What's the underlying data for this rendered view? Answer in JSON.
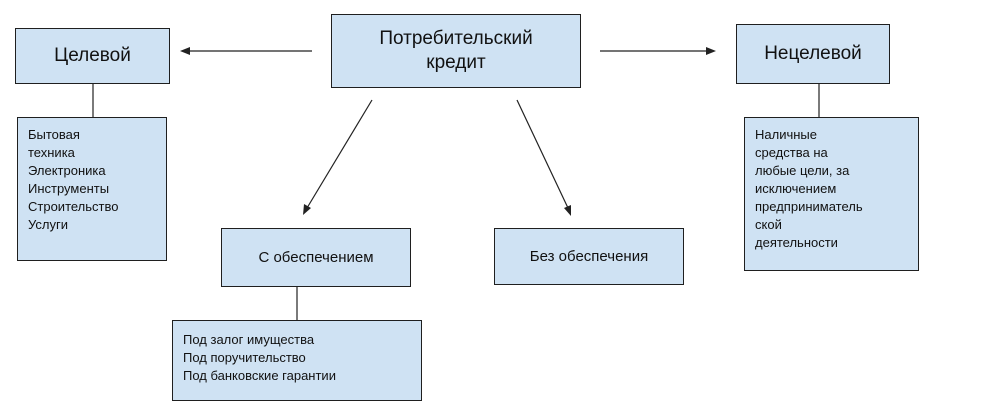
{
  "diagram": {
    "root": {
      "label_line1": "Потребительский",
      "label_line2": "кредит"
    },
    "targeted": {
      "label": "Целевой",
      "items": [
        "Бытовая",
        "техника",
        "Электроника",
        "Инструменты",
        "Строительство",
        "Услуги"
      ]
    },
    "non_targeted": {
      "label": "Нецелевой",
      "items": [
        "Наличные",
        "средства на",
        "любые цели, за",
        "исключением",
        "предприниматель",
        "ской",
        "деятельности"
      ]
    },
    "secured": {
      "label": "С обеспечением",
      "items": [
        "Под залог имущества",
        "Под поручительство",
        "Под банковские гарантии"
      ]
    },
    "unsecured": {
      "label": "Без обеспечения"
    }
  }
}
